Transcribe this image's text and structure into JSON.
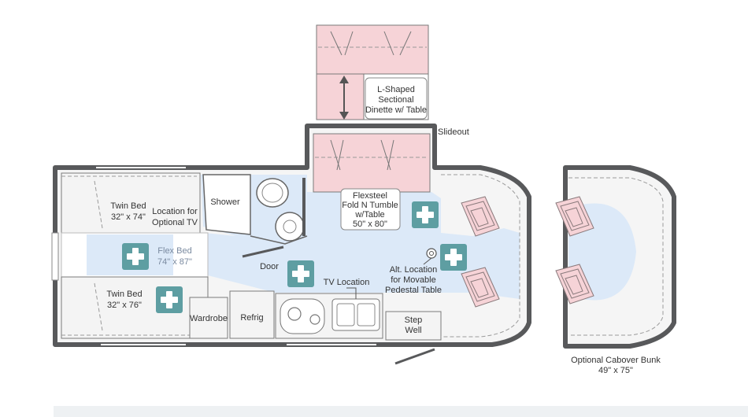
{
  "labels": {
    "l_shaped_1": "L-Shaped",
    "l_shaped_2": "Sectional",
    "l_shaped_3": "Dinette w/ Table",
    "slideout": "Slideout",
    "flexsteel_1": "Flexsteel",
    "flexsteel_2": "Fold N Tumble",
    "flexsteel_3": "w/Table",
    "flexsteel_4": "50\" x 80\"",
    "twin_bed_top_1": "Twin Bed",
    "twin_bed_top_2": "32\" x 74\"",
    "location_tv_1": "Location for",
    "location_tv_2": "Optional TV",
    "shower": "Shower",
    "flex_bed_1": "Flex Bed",
    "flex_bed_2": "74\" x 87\"",
    "door": "Door",
    "tv_location": "TV Location",
    "alt_location_1": "Alt. Location",
    "alt_location_2": "for Movable",
    "alt_location_3": "Pedestal Table",
    "twin_bed_bottom_1": "Twin Bed",
    "twin_bed_bottom_2": "32\" x 76\"",
    "wardrobe": "Wardrobe",
    "refrig": "Refrig",
    "step_well_1": "Step",
    "step_well_2": "Well",
    "cabover_1": "Optional Cabover Bunk",
    "cabover_2": "49\" x 75\""
  },
  "colors": {
    "wall": "#58595b",
    "floor_blue": "#dce9f8",
    "seat_pink": "#f6d3d7",
    "marker_teal": "#5e9ea2",
    "cabinet_gray": "#f4f4f4"
  },
  "icons": [
    "plus-marker-icon",
    "pedestal-table-icon",
    "double-arrow-icon"
  ]
}
